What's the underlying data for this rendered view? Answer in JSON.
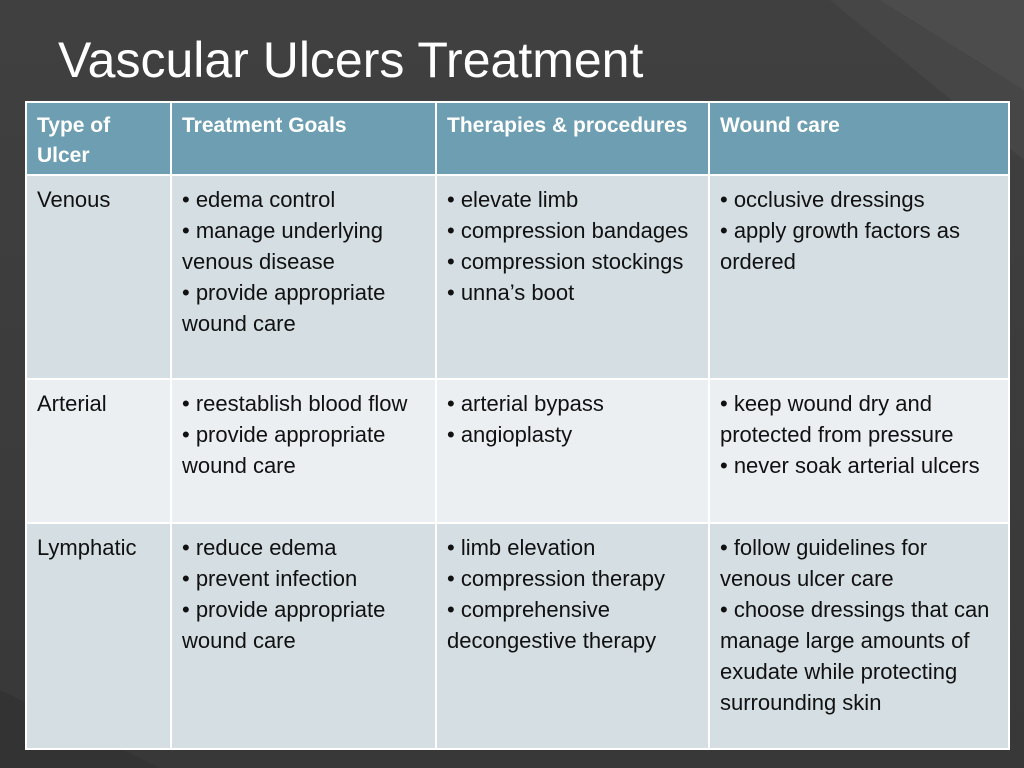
{
  "title": "Vascular Ulcers Treatment",
  "colors": {
    "background": "#3b3b3b",
    "header": "#6e9eb1",
    "row_odd": "#d4dee3",
    "row_even": "#ebeff2"
  },
  "table": {
    "headers": [
      "Type of Ulcer",
      "Treatment Goals",
      "Therapies & procedures",
      "Wound care"
    ],
    "rows": [
      {
        "type": "Venous",
        "goals": [
          "• edema control",
          "• manage underlying venous disease",
          "• provide appropriate wound care"
        ],
        "therapies": [
          "• elevate limb",
          "• compression bandages",
          "• compression stockings",
          "• unna’s boot"
        ],
        "wound_care": [
          "• occlusive dressings",
          "• apply growth factors as ordered"
        ]
      },
      {
        "type": "Arterial",
        "goals": [
          "• reestablish blood flow",
          "• provide appropriate wound care"
        ],
        "therapies": [
          "• arterial bypass",
          "• angioplasty"
        ],
        "wound_care": [
          "• keep wound dry and protected from pressure",
          "• never soak arterial ulcers"
        ]
      },
      {
        "type": "Lymphatic",
        "goals": [
          "• reduce edema",
          "• prevent infection",
          "• provide appropriate wound care"
        ],
        "therapies": [
          "• limb elevation",
          "• compression therapy",
          "• comprehensive decongestive therapy"
        ],
        "wound_care": [
          "• follow guidelines for venous ulcer care",
          "• choose dressings that can manage large amounts of exudate while protecting surrounding skin"
        ]
      }
    ]
  }
}
